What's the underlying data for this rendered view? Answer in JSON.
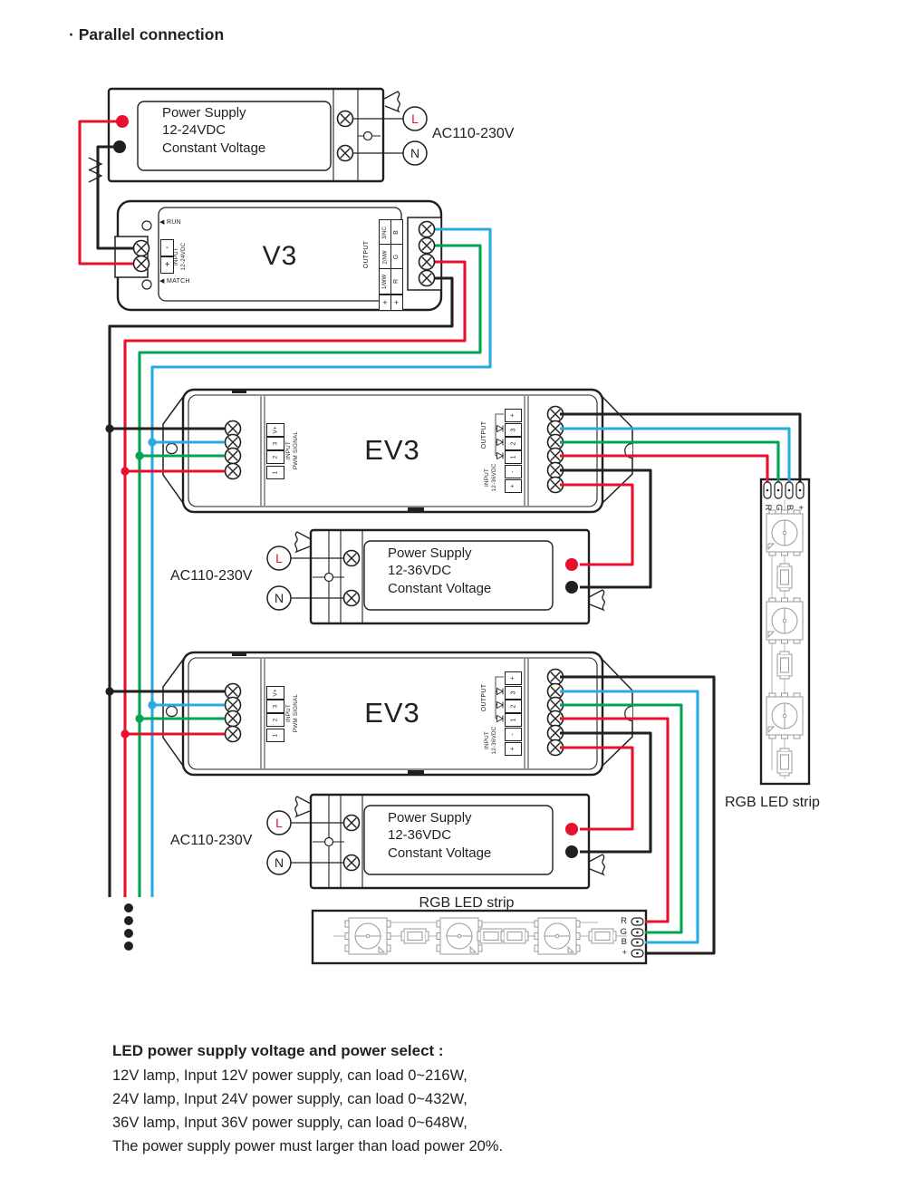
{
  "title": "· Parallel connection",
  "colors": {
    "wire_red": "#e8112d",
    "wire_green": "#00a551",
    "wire_blue": "#29abe2",
    "wire_black": "#231f20"
  },
  "ac_voltage": "AC110-230V",
  "live": "L",
  "neutral": "N",
  "ps_top": {
    "lines": [
      "Power Supply",
      "12-24VDC",
      "Constant Voltage"
    ]
  },
  "ps36": {
    "lines": [
      "Power Supply",
      "12-36VDC",
      "Constant Voltage"
    ]
  },
  "v3": {
    "model": "V3",
    "arrow": "◀",
    "run": "RUN",
    "match": "MATCH",
    "input_minus": "-",
    "input_plus": "+",
    "input_label": "INPUT",
    "input_voltage": "12-24VDC",
    "output_label": "OUTPUT",
    "out_codes": [
      "3/NC",
      "2/NW",
      "1/WW"
    ],
    "out_channels": [
      "B",
      "G",
      "R"
    ],
    "out_plus": [
      "+",
      "+"
    ]
  },
  "ev3": {
    "model": "EV3",
    "pwm_cells": [
      "V+",
      "3",
      "2",
      "1"
    ],
    "pwm_label": "INPUT",
    "pwm_sub": "PWM SIGNAL",
    "output_label": "OUTPUT",
    "out_cells": [
      "+",
      "3",
      "2",
      "1"
    ],
    "dc_cells": [
      "-",
      "+"
    ],
    "dc_label": "INPUT",
    "dc_voltage": "12-36VDC"
  },
  "strip": {
    "label": "RGB LED strip",
    "pins": [
      "R",
      "G",
      "B",
      "+"
    ]
  },
  "notes": {
    "heading": "LED power supply voltage and power select :",
    "lines": [
      "12V lamp, Input 12V power supply, can load 0~216W,",
      "24V lamp, Input 24V power supply, can load 0~432W,",
      "36V lamp, Input 36V power supply, can load 0~648W,",
      "The power supply power must larger than load power 20%."
    ]
  }
}
